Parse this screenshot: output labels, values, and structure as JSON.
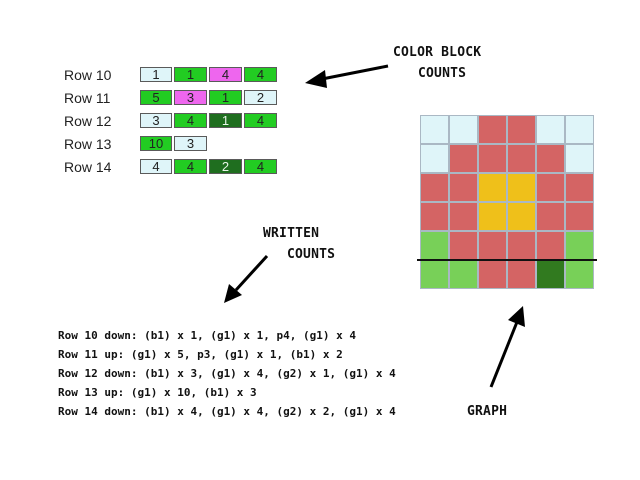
{
  "colors": {
    "b1": "#dff5f9",
    "g1": "#22cc22",
    "g2": "#1f6e1f",
    "p": "#ee66ee",
    "w": "#ffffff",
    "r": "#d46464",
    "y": "#efc01a",
    "l": "#78d058",
    "d": "#317a1f",
    "grid_line": "#aab8c4"
  },
  "labels": {
    "color_block_counts_1": "COLOR BLOCK",
    "color_block_counts_2": "COUNTS",
    "written_counts_1": "WRITTEN",
    "written_counts_2": "COUNTS",
    "graph": "GRAPH"
  },
  "block_rows": [
    {
      "label": "Row 10",
      "blocks": [
        {
          "count": "1",
          "color": "b1"
        },
        {
          "count": "1",
          "color": "g1"
        },
        {
          "count": "4",
          "color": "p"
        },
        {
          "count": "4",
          "color": "g1"
        }
      ]
    },
    {
      "label": "Row 11",
      "blocks": [
        {
          "count": "5",
          "color": "g1"
        },
        {
          "count": "3",
          "color": "p"
        },
        {
          "count": "1",
          "color": "g1"
        },
        {
          "count": "2",
          "color": "b1"
        }
      ]
    },
    {
      "label": "Row 12",
      "blocks": [
        {
          "count": "3",
          "color": "b1"
        },
        {
          "count": "4",
          "color": "g1"
        },
        {
          "count": "1",
          "color": "g2"
        },
        {
          "count": "4",
          "color": "g1"
        }
      ]
    },
    {
      "label": "Row 13",
      "blocks": [
        {
          "count": "10",
          "color": "g1"
        },
        {
          "count": "3",
          "color": "b1"
        }
      ]
    },
    {
      "label": "Row 14",
      "blocks": [
        {
          "count": "4",
          "color": "b1"
        },
        {
          "count": "4",
          "color": "g1"
        },
        {
          "count": "2",
          "color": "g2"
        },
        {
          "count": "4",
          "color": "g1"
        }
      ]
    }
  ],
  "written_counts": [
    "Row 10 down: (b1) x 1, (g1) x 1, p4, (g1) x 4",
    "Row 11 up: (g1) x 5, p3, (g1) x 1, (b1) x 2",
    "Row 12 down: (b1) x 3, (g1) x 4, (g2) x 1, (g1) x 4",
    "Row 13 up: (g1) x 10, (b1) x 3",
    "Row 14 down: (b1) x 4, (g1) x 4, (g2) x 2, (g1) x 4"
  ],
  "graph_rows": [
    [
      "b1",
      "b1",
      "r",
      "r",
      "b1",
      "b1"
    ],
    [
      "b1",
      "r",
      "r",
      "r",
      "r",
      "b1"
    ],
    [
      "r",
      "r",
      "y",
      "y",
      "r",
      "r"
    ],
    [
      "r",
      "r",
      "y",
      "y",
      "r",
      "r"
    ],
    [
      "l",
      "r",
      "r",
      "r",
      "r",
      "l"
    ],
    [
      "l",
      "l",
      "r",
      "r",
      "d",
      "l"
    ]
  ]
}
